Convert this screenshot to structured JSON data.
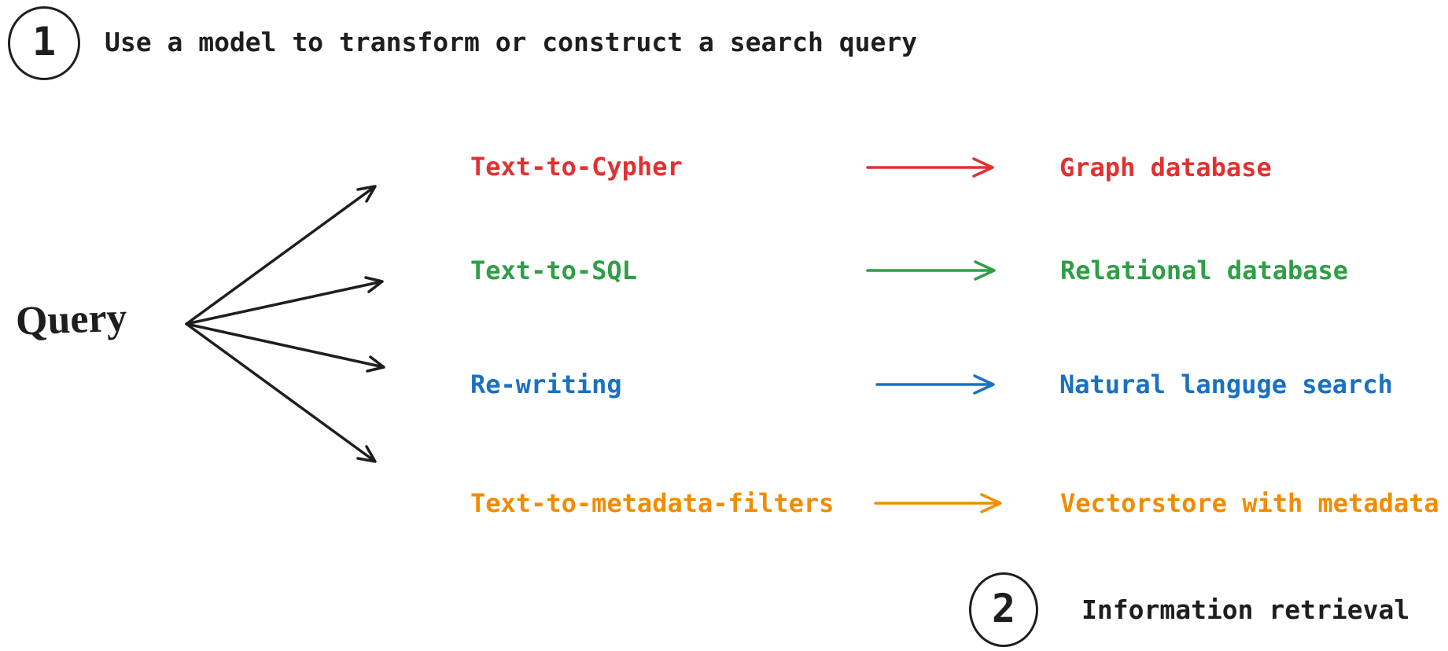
{
  "title": {
    "badge": "1",
    "text": "Use a model to transform or construct a search query"
  },
  "query": {
    "label": "Query"
  },
  "rows": [
    {
      "method": "Text-to-Cypher",
      "target": "Graph database",
      "color": "#e03131"
    },
    {
      "method": "Text-to-SQL",
      "target": "Relational database",
      "color": "#2f9e44"
    },
    {
      "method": "Re-writing",
      "target": "Natural languge search",
      "color": "#1971c2"
    },
    {
      "method": "Text-to-metadata-filters",
      "target": "Vectorstore with metadata",
      "color": "#f08c00"
    }
  ],
  "footer": {
    "badge": "2",
    "text": "Information retrieval"
  },
  "colors": {
    "ink": "#1e1e1e",
    "background": "#ffffff"
  }
}
